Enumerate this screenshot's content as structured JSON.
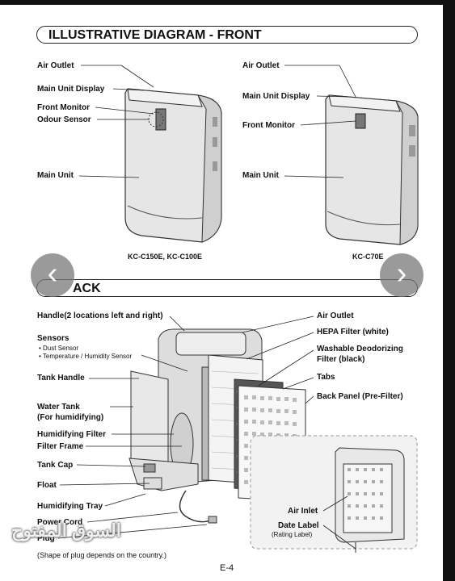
{
  "front_section": {
    "title": "ILLUSTRATIVE DIAGRAM - FRONT",
    "left_labels": {
      "air_outlet": "Air Outlet",
      "main_unit_display": "Main Unit Display",
      "front_monitor": "Front Monitor",
      "odour_sensor": "Odour Sensor",
      "main_unit": "Main Unit"
    },
    "right_labels": {
      "air_outlet": "Air Outlet",
      "main_unit_display": "Main Unit Display",
      "front_monitor": "Front Monitor",
      "main_unit": "Main Unit"
    },
    "model_left": "KC-C150E, KC-C100E",
    "model_right": "KC-C70E"
  },
  "back_section": {
    "title": "ACK",
    "left_labels": {
      "handle": "Handle(2 locations left and right)",
      "sensors": "Sensors",
      "dust_sensor": "• Dust Sensor",
      "temp_sensor": "• Temperature / Humidity Sensor",
      "tank_handle": "Tank Handle",
      "water_tank": "Water Tank",
      "water_tank_sub": "(For humidifying)",
      "humidifying_filter": "Humidifying Filter",
      "filter_frame": "Filter Frame",
      "tank_cap": "Tank Cap",
      "float": "Float",
      "humidifying_tray": "Humidifying Tray",
      "power_cord": "Power Cord",
      "plug": "Plug",
      "note": "(Shape of plug depends on the country.)"
    },
    "right_labels": {
      "air_outlet": "Air Outlet",
      "hepa": "HEPA Filter (white)",
      "washable": "Washable Deodorizing",
      "washable_sub": "Filter (black)",
      "tabs": "Tabs",
      "back_panel": "Back Panel (Pre-Filter)",
      "air_inlet": "Air Inlet",
      "date_label": "Date Label",
      "rating_label": "(Rating Label)"
    }
  },
  "navigation": {
    "prev_icon": "‹",
    "next_icon": "›"
  },
  "footer": {
    "page_number": "E-4"
  },
  "watermark": "السوق المفتوح"
}
